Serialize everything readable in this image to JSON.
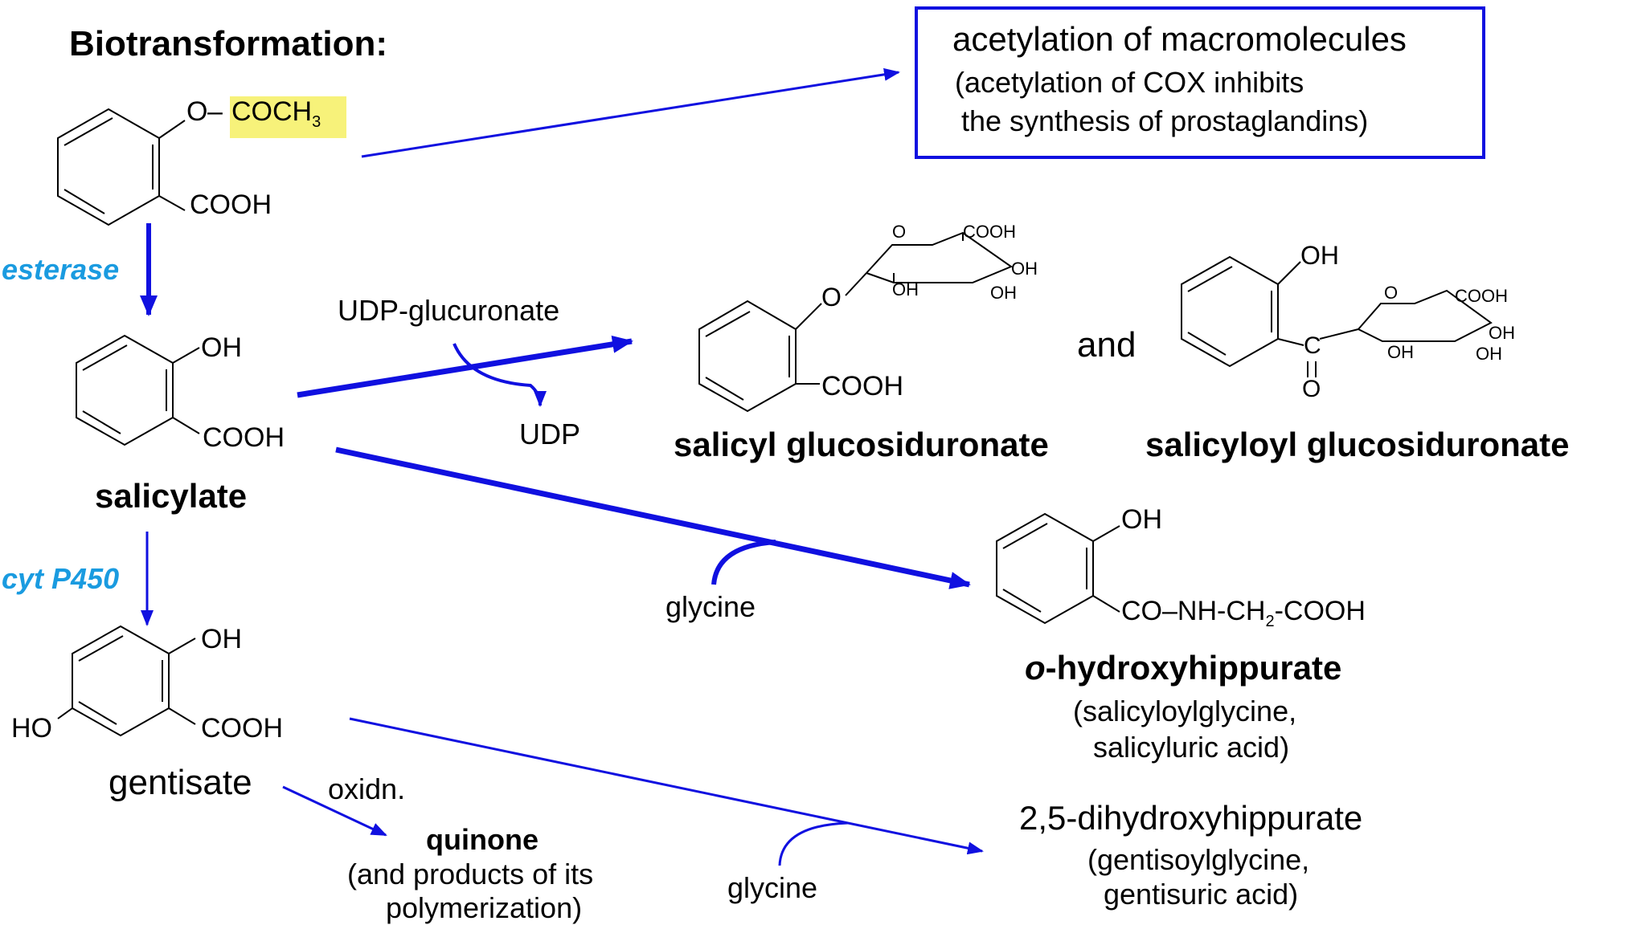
{
  "title": "Biotransformation:",
  "enzymes": {
    "esterase": "esterase",
    "cyp": "cyt P450"
  },
  "aspirin": {
    "o_label": "O",
    "acetyl_label": "COCH",
    "acetyl_sub": "3",
    "cooh": "COOH",
    "highlight_color": "#f7f27a"
  },
  "acetylation_box": {
    "line1": "acetylation of macromolecules",
    "line2": "(acetylation of COX inhibits",
    "line3": "the synthesis of prostaglandins)",
    "border_color": "#1010e0"
  },
  "salicylate": {
    "oh": "OH",
    "cooh": "COOH",
    "name": "salicylate"
  },
  "gentisate": {
    "oh": "OH",
    "ho": "HO",
    "cooh": "COOH",
    "name": "gentisate"
  },
  "udp_glucuronate": "UDP-glucuronate",
  "udp": "UDP",
  "and": "and",
  "salicyl_gluc": {
    "o": "O",
    "ring_o": "O",
    "cooh": "COOH",
    "oh1": "OH",
    "oh2": "OH",
    "oh3": "OH",
    "cooh_ring": "COOH",
    "name": "salicyl glucosiduronate"
  },
  "salicyloyl_gluc": {
    "oh_top": "OH",
    "c": "C",
    "o_dbl": "O",
    "ring_o": "O",
    "cooh": "COOH",
    "oh1": "OH",
    "oh2": "OH",
    "oh3": "OH",
    "name": "salicyloyl glucosiduronate"
  },
  "glycine_1": "glycine",
  "glycine_2": "glycine",
  "hippurate": {
    "oh": "OH",
    "chain": "CO–NH-CH",
    "chain_sub": "2",
    "chain_end": "-COOH",
    "name_italic": "o",
    "name_rest": "-hydroxyhippurate",
    "alt1": "(salicyloylglycine,",
    "alt2": "salicyluric acid)"
  },
  "oxidn": "oxidn.",
  "quinone": {
    "name": "quinone",
    "line2": "(and products of its",
    "line3": "polymerization)"
  },
  "dihydroxy": {
    "name": "2,5-dihydroxyhippurate",
    "alt1": "(gentisoylglycine,",
    "alt2": "gentisuric acid)"
  },
  "arrow_color": "#1010e0",
  "enzyme_color": "#1a9be0"
}
